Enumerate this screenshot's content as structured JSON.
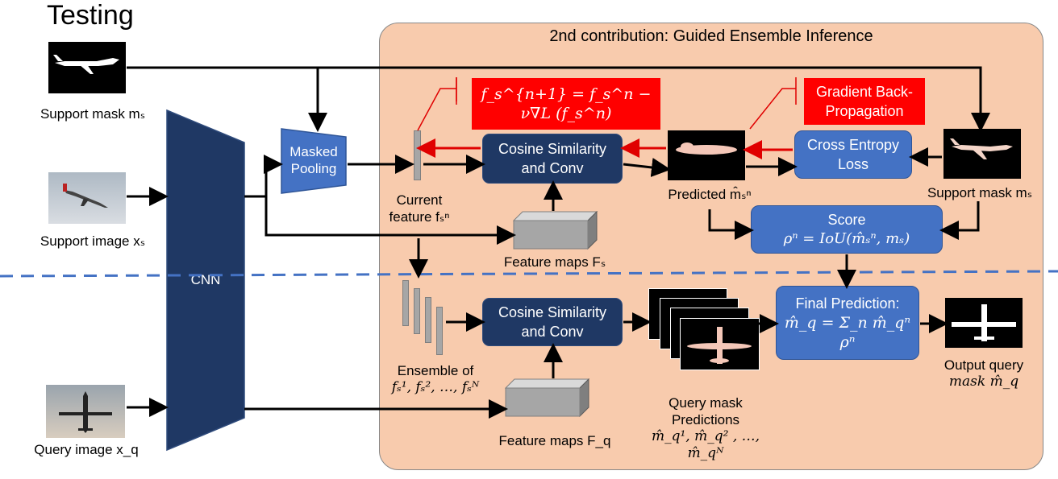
{
  "title": "Testing",
  "panel_title": "2nd contribution: Guided Ensemble Inference",
  "cnn_label": "CNN",
  "masked_pooling": {
    "line1": "Masked",
    "line2": "Pooling"
  },
  "cosine_top": {
    "line1": "Cosine Similarity",
    "line2": "and Conv"
  },
  "cosine_bottom": {
    "line1": "Cosine Similarity",
    "line2": "and Conv"
  },
  "cross_entropy": {
    "line1": "Cross Entropy",
    "line2": "Loss"
  },
  "gradient_backprop": {
    "line1": "Gradient Back-",
    "line2": "Propagation"
  },
  "update_formula": "f_s^{n+1} = f_s^n − ν∇L (f_s^n)",
  "score": {
    "line1": "Score",
    "line2": "ρⁿ = IoU(m̂ₛⁿ, mₛ)"
  },
  "final_prediction": {
    "line1": "Final Prediction:",
    "line2": "m̂_q = Σ_n m̂_qⁿ ρⁿ"
  },
  "labels": {
    "support_mask_left": "Support mask mₛ",
    "support_image": "Support image xₛ",
    "query_image": "Query image x_q",
    "current_feature_1": "Current",
    "current_feature_2": "feature fₛⁿ",
    "feature_maps_s": "Feature maps Fₛ",
    "feature_maps_q": "Feature maps F_q",
    "predicted": "Predicted m̂ₛⁿ",
    "support_mask_right": "Support mask mₛ",
    "ensemble_1": "Ensemble of",
    "ensemble_2": "fₛ¹, fₛ², …, fₛᴺ",
    "query_mask_1": "Query mask",
    "query_mask_2": "Predictions",
    "query_mask_3": "m̂_q¹, m̂_q² , …, m̂_qᴺ",
    "output_1": "Output query",
    "output_2": "mask m̂_q"
  },
  "colors": {
    "panel": "#f8cbad",
    "navy": "#1f3864",
    "blue": "#4472c4",
    "red": "#ff0000",
    "dashed": "#4472c4"
  }
}
